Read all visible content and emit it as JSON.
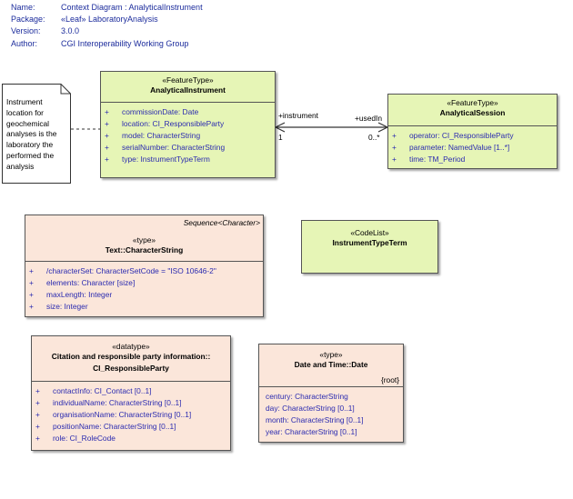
{
  "header": {
    "rows": [
      {
        "key": "Name:",
        "value": "Context Diagram : AnalyticalInstrument"
      },
      {
        "key": "Package:",
        "value": "«Leaf» LaboratoryAnalysis"
      },
      {
        "key": "Version:",
        "value": "3.0.0"
      },
      {
        "key": "Author:",
        "value": "CGI Interoperability Working Group"
      }
    ]
  },
  "note": {
    "text": "Instrument location for geochemical analyses is the laboratory the performed the analysis"
  },
  "instrument": {
    "stereotype": "«FeatureType»",
    "name": "AnalyticalInstrument",
    "attributes": [
      {
        "vis": "+",
        "text": "commissionDate: Date"
      },
      {
        "vis": "+",
        "text": "location: CI_ResponsibleParty"
      },
      {
        "vis": "+",
        "text": "model: CharacterString"
      },
      {
        "vis": "+",
        "text": "serialNumber: CharacterString"
      },
      {
        "vis": "+",
        "text": "type: InstrumentTypeTerm"
      }
    ]
  },
  "session": {
    "stereotype": "«FeatureType»",
    "name": "AnalyticalSession",
    "attributes": [
      {
        "vis": "+",
        "text": "operator: CI_ResponsibleParty"
      },
      {
        "vis": "+",
        "text": "parameter: NamedValue [1..*]"
      },
      {
        "vis": "+",
        "text": "time: TM_Period"
      }
    ]
  },
  "association": {
    "role_left": "+instrument",
    "mult_left": "1",
    "role_right": "+usedIn",
    "mult_right": "0..*"
  },
  "text_type": {
    "tag": "Sequence<Character>",
    "stereotype": "«type»",
    "name": "Text::CharacterString",
    "attributes": [
      {
        "vis": "+",
        "text": "/characterSet: CharacterSetCode = \"ISO 10646-2\""
      },
      {
        "vis": "+",
        "text": "elements: Character [size]"
      },
      {
        "vis": "+",
        "text": "maxLength: Integer"
      },
      {
        "vis": "+",
        "text": "size: Integer"
      }
    ]
  },
  "codelist": {
    "stereotype": "«CodeList»",
    "name": "InstrumentTypeTerm"
  },
  "party": {
    "stereotype": "«datatype»",
    "name_line1": "Citation and responsible party information::",
    "name_line2": "CI_ResponsibleParty",
    "attributes": [
      {
        "vis": "+",
        "text": "contactInfo: CI_Contact [0..1]"
      },
      {
        "vis": "+",
        "text": "individualName: CharacterString [0..1]"
      },
      {
        "vis": "+",
        "text": "organisationName: CharacterString [0..1]"
      },
      {
        "vis": "+",
        "text": "positionName: CharacterString [0..1]"
      },
      {
        "vis": "+",
        "text": "role: CI_RoleCode"
      }
    ]
  },
  "date_type": {
    "stereotype": "«type»",
    "name": "Date and Time::Date",
    "tag": "{root}",
    "attributes": [
      {
        "vis": "",
        "text": "century: CharacterString"
      },
      {
        "vis": "",
        "text": "day: CharacterString [0..1]"
      },
      {
        "vis": "",
        "text": "month: CharacterString [0..1]"
      },
      {
        "vis": "",
        "text": "year: CharacterString [0..1]"
      }
    ]
  }
}
